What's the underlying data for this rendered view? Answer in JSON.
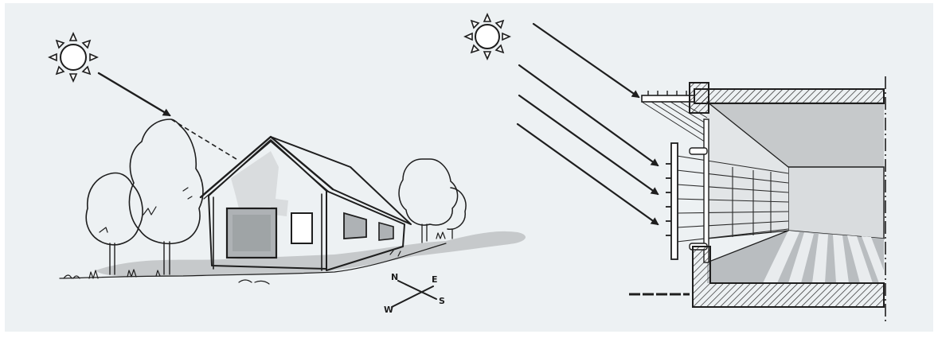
{
  "compass": {
    "north": "N",
    "east": "E",
    "south": "S",
    "west": "W"
  },
  "colors": {
    "background": "#edf1f3",
    "ink": "#1e1e1e",
    "shadow_grey": "#c6c9cb",
    "light_grey": "#d9dcde",
    "mid_grey": "#aeb2b5",
    "dark_grey": "#8d9295"
  }
}
